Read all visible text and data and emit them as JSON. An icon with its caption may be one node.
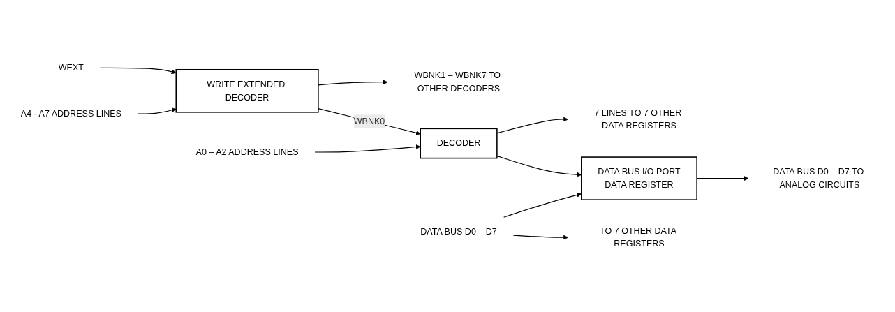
{
  "diagram": {
    "nodes": [
      {
        "text": [
          "WEXT"
        ]
      },
      {
        "text": [
          "WRITE EXTENDED DECODER"
        ]
      },
      {
        "text": [
          "A4 - A7 ADDRESS LINES"
        ]
      },
      {
        "text": [
          "WBNK1 – WBNK7 TO OTHER DECODERS"
        ]
      },
      {
        "text": [
          "DECODER"
        ]
      },
      {
        "text": [
          "A0 – A2 ADDRESS LINES"
        ]
      },
      {
        "text": [
          "7 LINES TO 7 OTHER DATA REGISTERS"
        ]
      },
      {
        "text": [
          "DATA BUS I/O PORT",
          "DATA REGISTER"
        ]
      },
      {
        "text": [
          "DATA BUS D0 – D7"
        ]
      },
      {
        "text": [
          "TO 7 OTHER DATA REGISTERS"
        ]
      },
      {
        "text": [
          "DATA BUS D0 – D7 TO ANALOG CIRCUITS"
        ]
      }
    ],
    "edges": [
      {
        "from": 0,
        "to": 1,
        "arrow": "to"
      },
      {
        "from": 2,
        "to": 1,
        "arrow": "to"
      },
      {
        "from": 1,
        "to": 4,
        "arrow": "to",
        "label": "WBNK0"
      },
      {
        "from": 1,
        "to": 3,
        "arrow": "to"
      },
      {
        "from": 5,
        "to": 4,
        "arrow": "to"
      },
      {
        "from": 4,
        "to": 7,
        "arrow": "to"
      },
      {
        "from": 4,
        "to": 6,
        "arrow": "to"
      },
      {
        "from": 8,
        "to": 7,
        "arrow": "to"
      },
      {
        "from": 8,
        "to": 9,
        "arrow": "to"
      },
      {
        "from": 7,
        "to": 10,
        "arrow": "to"
      }
    ]
  }
}
